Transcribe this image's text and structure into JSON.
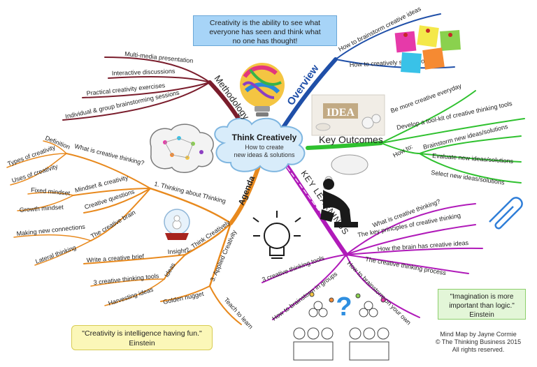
{
  "central": {
    "title": "Think Creatively",
    "subtitle_line1": "How to create",
    "subtitle_line2": "new ideas & solutions"
  },
  "quotes": {
    "top": {
      "line1": "Creativity is the ability to see what",
      "line2": "everyone has seen and think what",
      "line3": "no one has thought!"
    },
    "bottom": {
      "text": "\"Creativity is intelligence having fun.\"",
      "author": "Einstein"
    },
    "right": {
      "line1": "\"Imagination is more",
      "line2": "important than logic.\"",
      "author": "Einstein"
    }
  },
  "credits": {
    "line1": "Mind Map by Jayne Cormie",
    "line2": "© The Thinking Business 2015",
    "line3": "All rights reserved."
  },
  "branches": {
    "methodology": {
      "label": "Methodology",
      "color": "#7a1d2c",
      "items": [
        "Multi-media presentation",
        "Interactive discussions",
        "Practical creativity exercises",
        "Individual & group brainstorming sessions"
      ]
    },
    "overview": {
      "label": "Overview",
      "color": "#1f4fa8",
      "items": [
        "How to brainstorm creative ideas",
        "How to creatively solve problems"
      ]
    },
    "outcomes": {
      "label": "Key Outcomes",
      "color": "#2fc12f",
      "items": [
        "Be more creative everyday",
        "Develop a tool-kit of creative thinking tools"
      ],
      "how_to": {
        "label": "How to:",
        "items": [
          "Brainstorm new ideas/solutions",
          "Evaluate new ideas/solutions",
          "Select new ideas/solutions"
        ]
      }
    },
    "learnings": {
      "label": "KEY LEARNINGS",
      "color": "#b01ab9",
      "items": [
        "What is creative thinking?",
        "The key principles of creative thinking",
        "How the brain has creative ideas",
        "The creative thinking process",
        "3 creative thinking tools",
        "How to brainstorm in groups",
        "How to brainstorm on your own"
      ]
    },
    "agenda": {
      "label": "Agenda",
      "color": "#e8891d",
      "thinking_about": {
        "label": "1. Thinking about Thinking",
        "what_is": {
          "label": "What is creative thinking?",
          "items": [
            "Definition",
            "Types of creativity",
            "Uses of creativity"
          ]
        },
        "mindset": {
          "label": "Mindset & creativity",
          "items": [
            "Fixed mindset",
            "Growth mindset"
          ]
        },
        "questions": "Creative questions",
        "brain": {
          "label": "The creative brain",
          "items": [
            "Making new connections",
            "Lateral thinking"
          ]
        }
      },
      "think_creatively": {
        "label": "2. Think Creatively",
        "insight": {
          "label": "Insight",
          "items": [
            "Write a creative brief"
          ]
        },
        "ideas": {
          "label": "Ideas",
          "items": [
            "3 creative thinking tools",
            "Harvesting ideas"
          ]
        }
      },
      "applied": {
        "label": "3. Applied Creativity",
        "items": [
          "Golden nugget",
          "Teach to learn"
        ]
      }
    }
  },
  "images": {
    "lightbulb": "lightbulb-icon",
    "sticky_notes": "sticky-notes-icon",
    "idea_bulbs": "idea-bulbs-icon",
    "thinker": "thinker-icon",
    "thought_cloud": "thought-cloud-icon",
    "paperclip": "paperclip-icon",
    "brain": "brain-icon",
    "snow_globe": "snow-globe-icon",
    "outline_bulb": "outline-bulb-icon",
    "people_group": "people-group-icon",
    "question_mark": "question-mark-icon"
  }
}
